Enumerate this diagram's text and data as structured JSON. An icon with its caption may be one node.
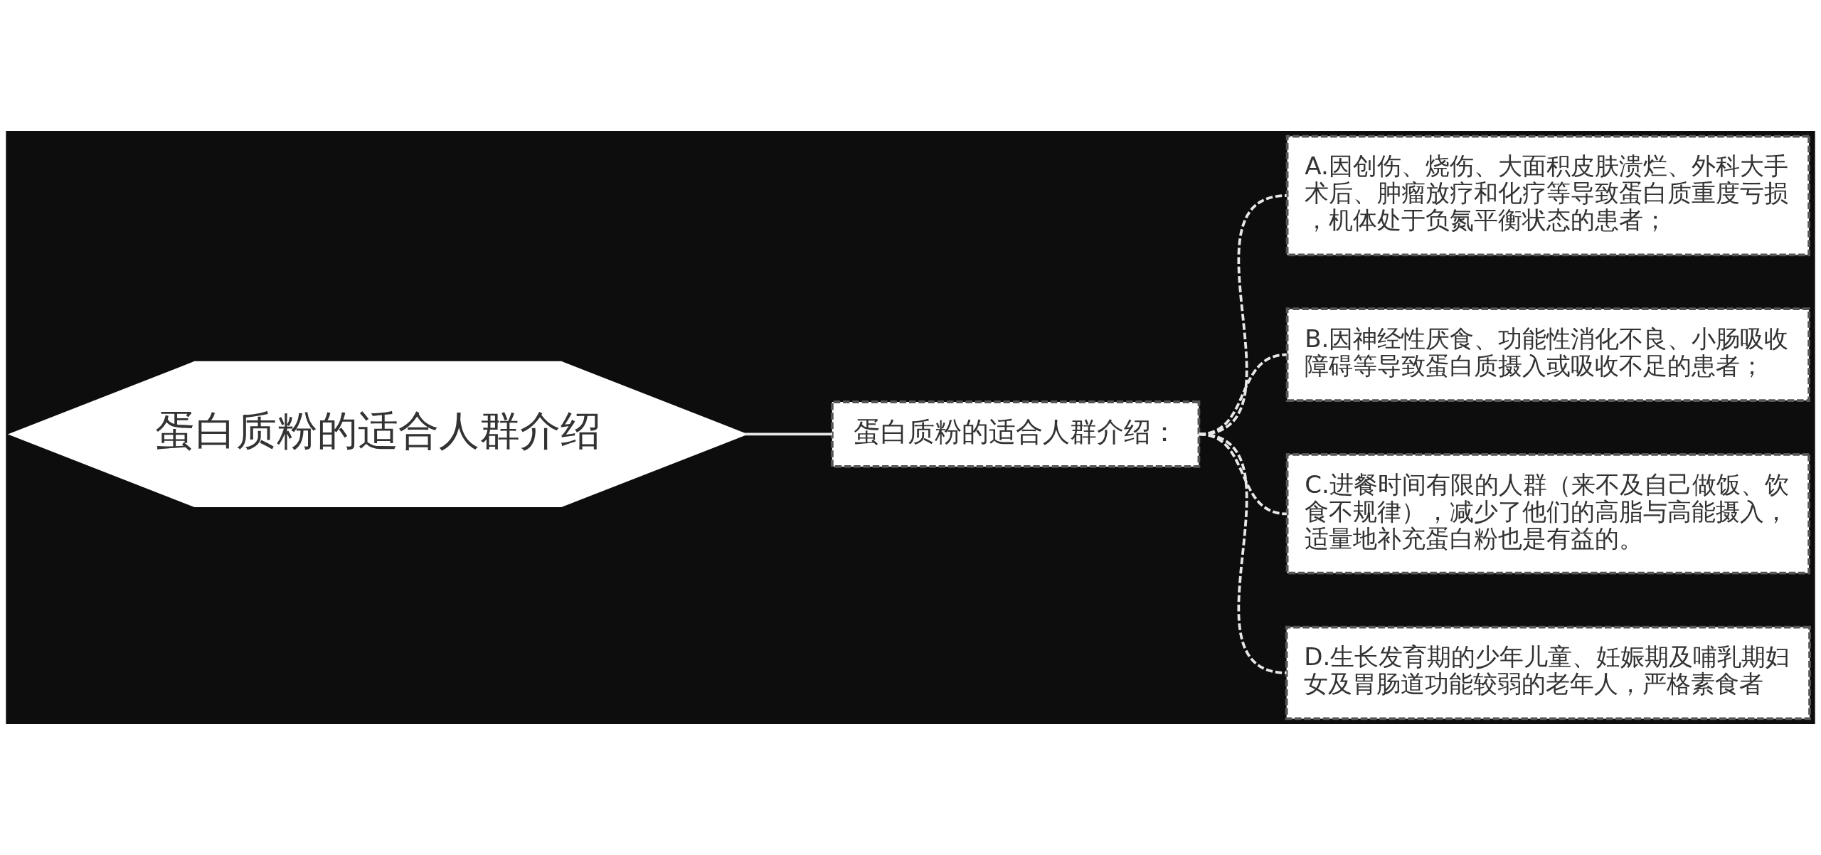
{
  "diagram": {
    "nodes": [
      {
        "text": [
          "蛋白质粉的适合人群介绍"
        ]
      },
      {
        "text": [
          "蛋白质粉的适合人群介绍："
        ]
      },
      {
        "text": [
          "A.因创伤、烧伤、大面积皮肤溃烂、外科大手术后、肿瘤放疗和化疗等导致蛋白质重度亏损，机体处于负氮平衡状态的患者；"
        ]
      },
      {
        "text": [
          "B.因神经性厌食、功能性消化不良、小肠吸收障碍等导致蛋白质摄入或吸收不足的患者；"
        ]
      },
      {
        "text": [
          "C.进餐时间有限的人群（来不及自己做饭、饮食不规律），减少了他们的高脂与高能摄入，适量地补充蛋白粉也是有益的。"
        ]
      },
      {
        "text": [
          "D.生长发育期的少年儿童、妊娠期及哺乳期妇女及胃肠道功能较弱的老年人，严格素食者"
        ]
      }
    ],
    "edges": [
      {
        "from": 0,
        "to": 1,
        "arrow": "none"
      },
      {
        "from": 1,
        "to": 2,
        "arrow": "none",
        "style": "dashed"
      },
      {
        "from": 1,
        "to": 3,
        "arrow": "none",
        "style": "dashed"
      },
      {
        "from": 1,
        "to": 4,
        "arrow": "none",
        "style": "dashed"
      },
      {
        "from": 1,
        "to": 5,
        "arrow": "none",
        "style": "dashed"
      }
    ]
  }
}
